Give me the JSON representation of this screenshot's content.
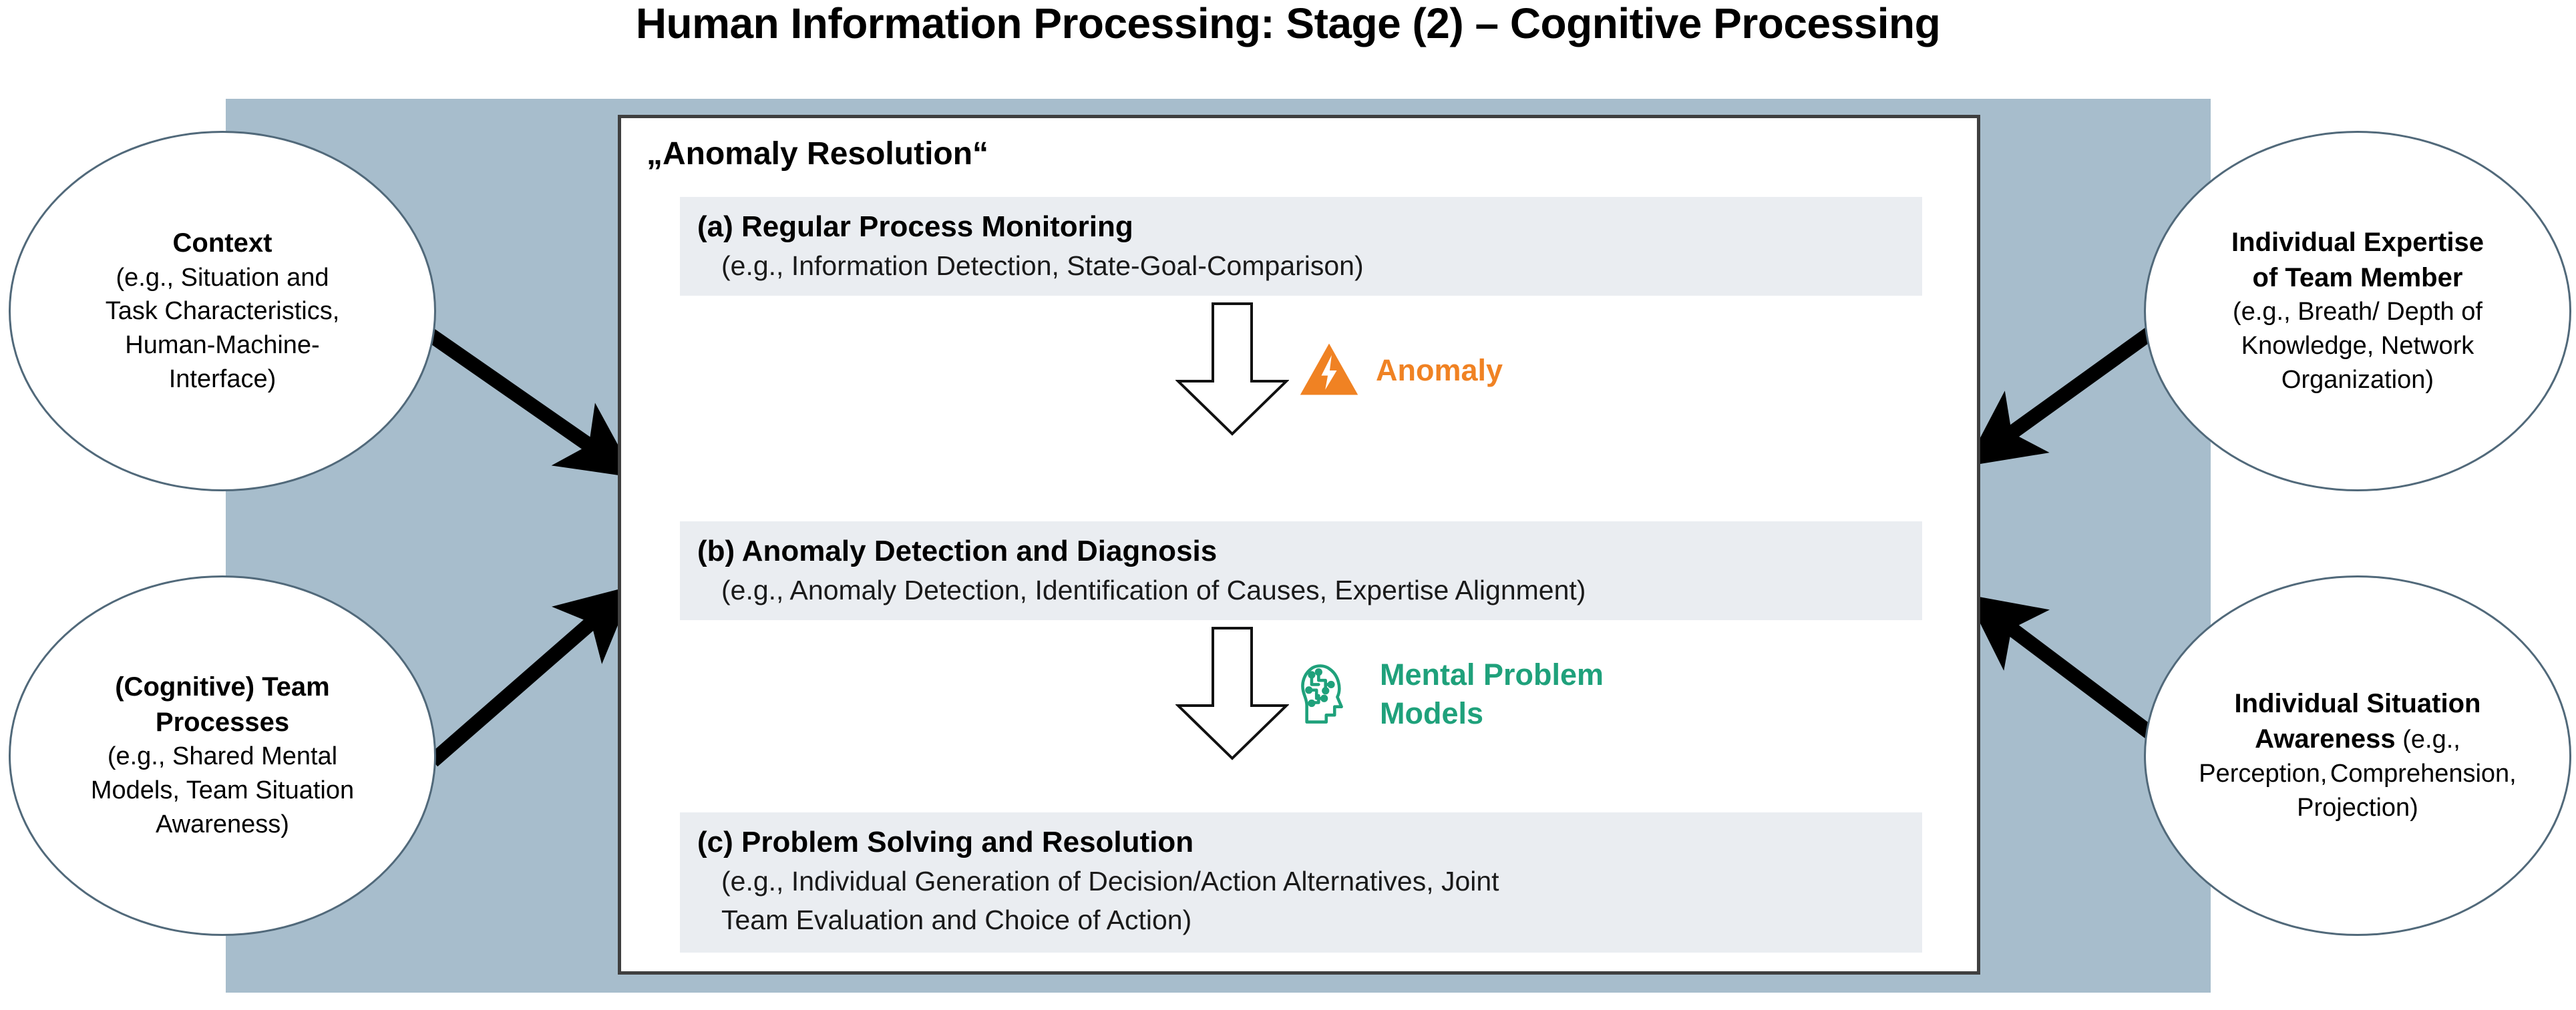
{
  "title": "Human Information Processing: Stage (2) – Cognitive Processing",
  "colors": {
    "backdrop_panel": "#a7bdcc",
    "band": "#eaedf1",
    "circle_outline": "#51697a",
    "box_border": "#3f3f3f",
    "anomaly_accent": "#f08223",
    "mental_models_accent": "#1fa17b"
  },
  "box": {
    "heading": "„Anomaly Resolution“",
    "stages": [
      {
        "title": "(a) Regular Process Monitoring",
        "subtitle": "(e.g., Information Detection, State-Goal-Comparison)"
      },
      {
        "title": "(b) Anomaly Detection and Diagnosis",
        "subtitle": "(e.g., Anomaly Detection, Identification of Causes, Expertise Alignment)"
      },
      {
        "title": "(c) Problem Solving and Resolution",
        "subtitle_line1": "(e.g., Individual Generation of Decision/Action Alternatives, Joint",
        "subtitle_line2": "Team Evaluation and Choice of Action)"
      }
    ],
    "annotations": [
      {
        "label": "Anomaly",
        "icon": "warning-triangle-lightning-icon",
        "color": "#f08223"
      },
      {
        "label_line1": "Mental Problem",
        "label_line2": "Models",
        "icon": "head-brain-circuit-icon",
        "color": "#1fa17b"
      }
    ],
    "flow_arrows": [
      {
        "from": "(a) Regular Process Monitoring",
        "to": "(b) Anomaly Detection and Diagnosis",
        "direction": "down"
      },
      {
        "from": "(b) Anomaly Detection and Diagnosis",
        "to": "(c) Problem Solving and Resolution",
        "direction": "down"
      }
    ]
  },
  "circles": {
    "context": {
      "title": "Context",
      "sub_lines": [
        "(e.g., Situation and",
        "Task Characteristics,",
        "Human-Machine-",
        "Interface)"
      ]
    },
    "team_processes": {
      "title_lines": [
        "(Cognitive) Team",
        "Processes"
      ],
      "sub_lines": [
        "(e.g., Shared Mental",
        "Models, Team Situation",
        "Awareness)"
      ]
    },
    "expertise": {
      "title_lines": [
        "Individual Expertise",
        "of Team Member"
      ],
      "sub_lines": [
        "(e.g., Breath/ Depth of",
        "Knowledge, Network",
        "Organization)"
      ]
    },
    "situation_awareness": {
      "title_lines": [
        "Individual Situation",
        "Awareness"
      ],
      "inline_sub": " (e.g.,",
      "sub_lines": [
        "Perception,",
        "Comprehension,",
        "Projection)"
      ]
    }
  },
  "connector_arrows": [
    {
      "name": "context-to-box",
      "direction": "right-down"
    },
    {
      "name": "team-processes-to-box",
      "direction": "right-up"
    },
    {
      "name": "expertise-to-box",
      "direction": "left-down"
    },
    {
      "name": "situation-awareness-to-box",
      "direction": "left-up"
    }
  ]
}
